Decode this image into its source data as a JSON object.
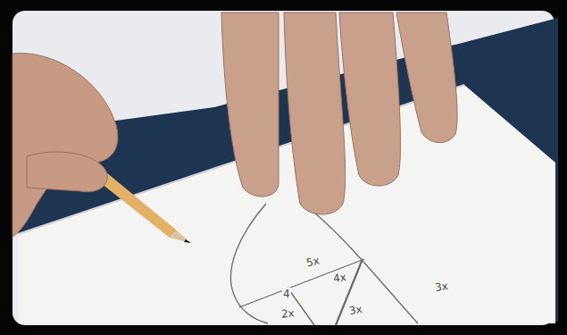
{
  "diagram": {
    "labels": [
      "5x",
      "4x",
      "4",
      "2x",
      "3x",
      "3x"
    ]
  }
}
